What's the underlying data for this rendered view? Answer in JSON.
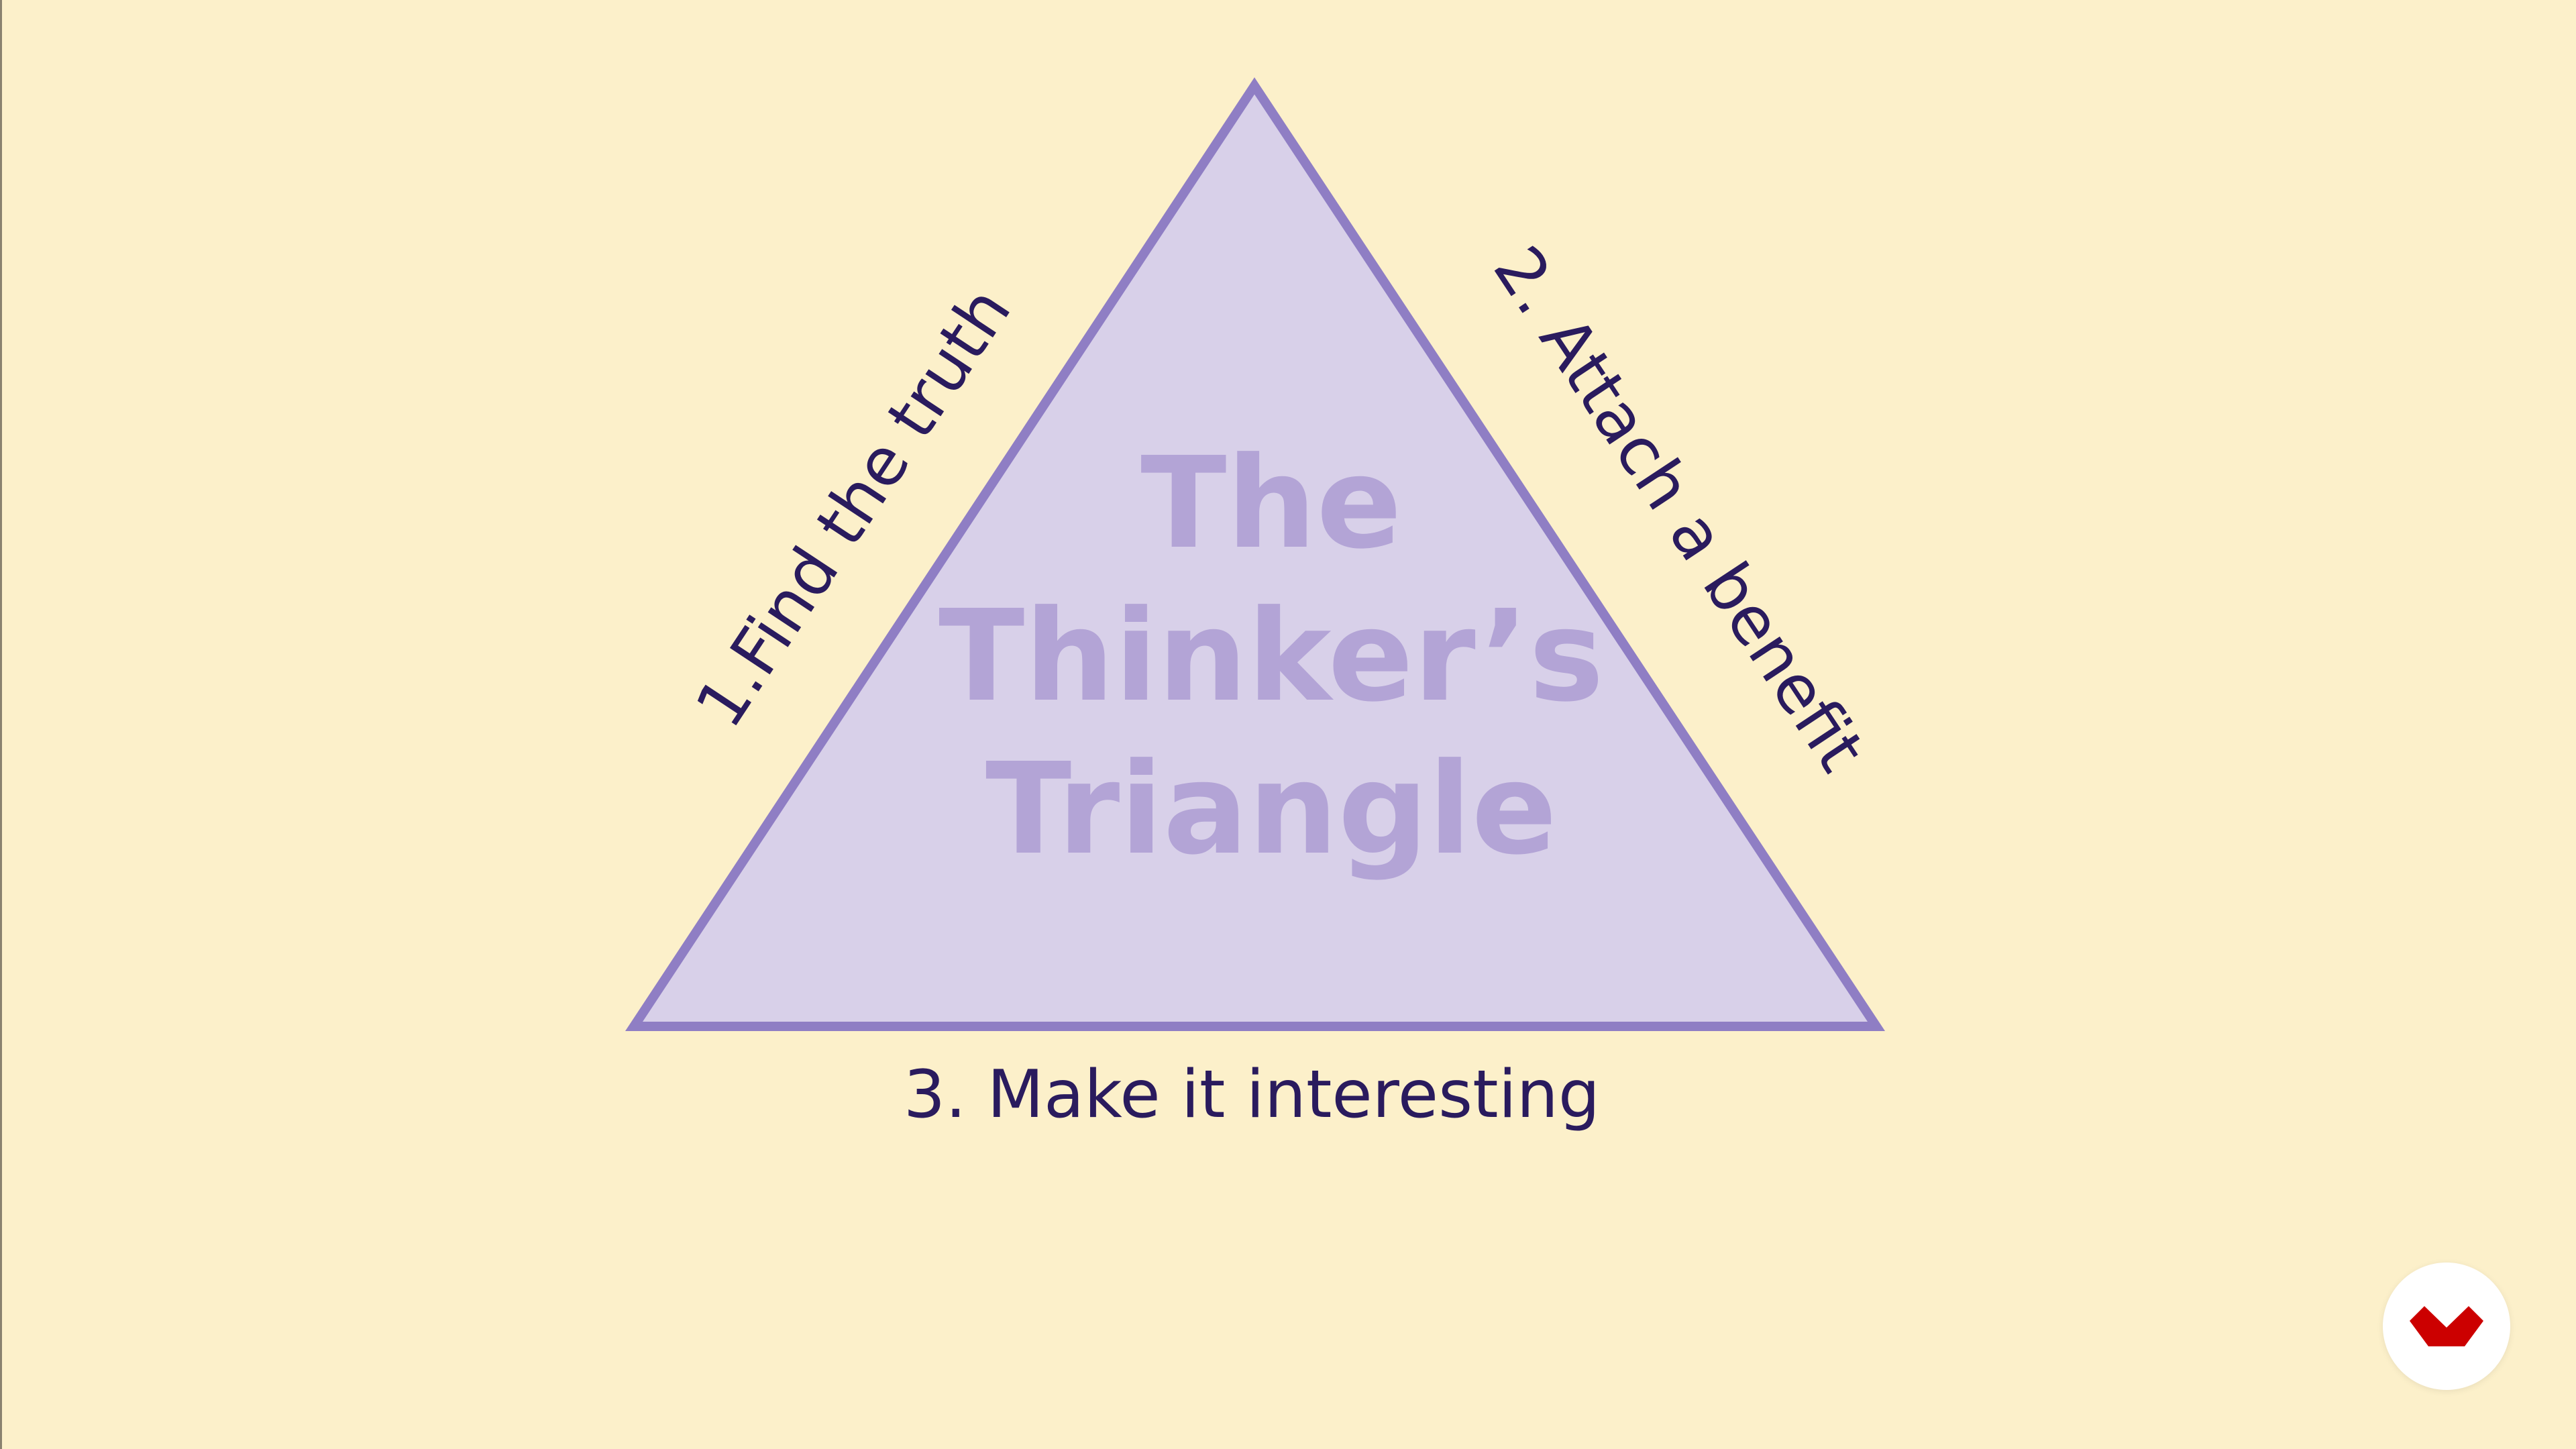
{
  "diagram": {
    "title_lines": [
      "The",
      "Thinker’s",
      "Triangle"
    ],
    "sides": {
      "left": "1.Find the truth",
      "right": "2. Attach a benefit",
      "bottom": "3. Make it interesting"
    }
  },
  "colors": {
    "background": "#FCF0CA",
    "triangle_fill": "#D8D0E9",
    "triangle_stroke": "#8F7EC4",
    "title_text": "#B3A4D6",
    "label_text": "#2A1B5E",
    "logo_red": "#CC0000",
    "logo_badge": "#FFFFFF"
  },
  "logo": {
    "icon": "red-chevron-logo-icon"
  }
}
